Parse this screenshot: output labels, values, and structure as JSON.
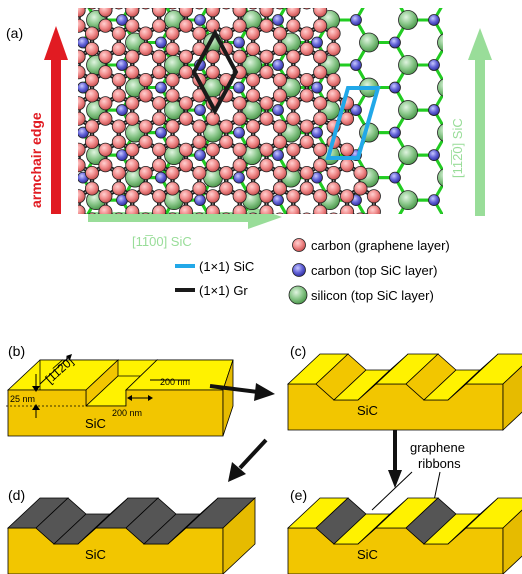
{
  "panel_a": {
    "label": "(a)",
    "edge_label": "armchair edge",
    "dir_vertical": "[11̅2̅0] SiC",
    "dir_horizontal": "[11̅00] SiC",
    "legend": {
      "sic_cell": "(1×1) SiC",
      "gr_cell": "(1×1) Gr",
      "carbon_graphene": "carbon (graphene layer)",
      "carbon_sic": "carbon (top SiC layer)",
      "silicon_sic": "silicon (top SiC layer)"
    },
    "colors": {
      "carbon_graphene": "#f08a8a",
      "carbon_sic": "#6464d8",
      "silicon": "#8cc88c",
      "bond_graphene": "#1a1a1a",
      "bond_sic": "#22cc22",
      "cell_sic": "#22a8e8",
      "cell_gr": "#1a1a1a",
      "arrow_red": "#e11b22",
      "arrow_green": "#99dd99"
    }
  },
  "panel_b": {
    "label": "(b)",
    "direction": "[11̅2̅0]",
    "height": "25 nm",
    "width1": "200 nm",
    "width2": "200 nm",
    "material": "SiC"
  },
  "panel_c": {
    "label": "(c)",
    "material": "SiC"
  },
  "panel_d": {
    "label": "(d)",
    "material": "SiC"
  },
  "panel_e": {
    "label": "(e)",
    "material": "SiC",
    "callout": [
      "graphene",
      "ribbons"
    ]
  },
  "surface_colors": {
    "sic_top": "#fff200",
    "sic_side": "#f2c600",
    "graphene": "#555555"
  }
}
